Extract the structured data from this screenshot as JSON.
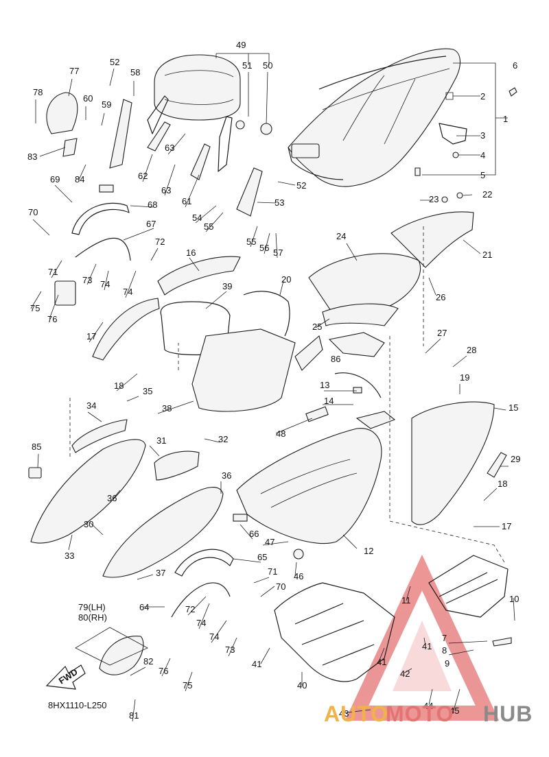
{
  "diagram": {
    "code": "8HX1110-L250",
    "fwd_label": "FWD",
    "callouts": [
      {
        "id": "c1",
        "text": "1"
      },
      {
        "id": "c2",
        "text": "2"
      },
      {
        "id": "c3",
        "text": "3"
      },
      {
        "id": "c4",
        "text": "4"
      },
      {
        "id": "c5",
        "text": "5"
      },
      {
        "id": "c6",
        "text": "6"
      },
      {
        "id": "c7",
        "text": "7"
      },
      {
        "id": "c8",
        "text": "8"
      },
      {
        "id": "c9",
        "text": "9"
      },
      {
        "id": "c10",
        "text": "10"
      },
      {
        "id": "c11",
        "text": "11"
      },
      {
        "id": "c12",
        "text": "12"
      },
      {
        "id": "c13",
        "text": "13"
      },
      {
        "id": "c14",
        "text": "14"
      },
      {
        "id": "c15",
        "text": "15"
      },
      {
        "id": "c16",
        "text": "16"
      },
      {
        "id": "c17a",
        "text": "17"
      },
      {
        "id": "c17b",
        "text": "17"
      },
      {
        "id": "c18a",
        "text": "18"
      },
      {
        "id": "c18b",
        "text": "18"
      },
      {
        "id": "c19",
        "text": "19"
      },
      {
        "id": "c20",
        "text": "20"
      },
      {
        "id": "c21",
        "text": "21"
      },
      {
        "id": "c22",
        "text": "22"
      },
      {
        "id": "c23",
        "text": "23"
      },
      {
        "id": "c24",
        "text": "24"
      },
      {
        "id": "c25",
        "text": "25"
      },
      {
        "id": "c26",
        "text": "26"
      },
      {
        "id": "c27",
        "text": "27"
      },
      {
        "id": "c28",
        "text": "28"
      },
      {
        "id": "c29",
        "text": "29"
      },
      {
        "id": "c30",
        "text": "30"
      },
      {
        "id": "c31",
        "text": "31"
      },
      {
        "id": "c32",
        "text": "32"
      },
      {
        "id": "c33",
        "text": "33"
      },
      {
        "id": "c34",
        "text": "34"
      },
      {
        "id": "c35",
        "text": "35"
      },
      {
        "id": "c36a",
        "text": "36"
      },
      {
        "id": "c36b",
        "text": "36"
      },
      {
        "id": "c37",
        "text": "37"
      },
      {
        "id": "c38",
        "text": "38"
      },
      {
        "id": "c39",
        "text": "39"
      },
      {
        "id": "c40",
        "text": "40"
      },
      {
        "id": "c41a",
        "text": "41"
      },
      {
        "id": "c41b",
        "text": "41"
      },
      {
        "id": "c41c",
        "text": "41"
      },
      {
        "id": "c42",
        "text": "42"
      },
      {
        "id": "c43",
        "text": "43"
      },
      {
        "id": "c44",
        "text": "44"
      },
      {
        "id": "c45",
        "text": "45"
      },
      {
        "id": "c46",
        "text": "46"
      },
      {
        "id": "c47",
        "text": "47"
      },
      {
        "id": "c48",
        "text": "48"
      },
      {
        "id": "c49",
        "text": "49"
      },
      {
        "id": "c50",
        "text": "50"
      },
      {
        "id": "c51",
        "text": "51"
      },
      {
        "id": "c52a",
        "text": "52"
      },
      {
        "id": "c52b",
        "text": "52"
      },
      {
        "id": "c53",
        "text": "53"
      },
      {
        "id": "c54",
        "text": "54"
      },
      {
        "id": "c55a",
        "text": "55"
      },
      {
        "id": "c55b",
        "text": "55"
      },
      {
        "id": "c56",
        "text": "56"
      },
      {
        "id": "c57",
        "text": "57"
      },
      {
        "id": "c58",
        "text": "58"
      },
      {
        "id": "c59",
        "text": "59"
      },
      {
        "id": "c60",
        "text": "60"
      },
      {
        "id": "c61",
        "text": "61"
      },
      {
        "id": "c62",
        "text": "62"
      },
      {
        "id": "c63a",
        "text": "63"
      },
      {
        "id": "c63b",
        "text": "63"
      },
      {
        "id": "c64",
        "text": "64"
      },
      {
        "id": "c65",
        "text": "65"
      },
      {
        "id": "c66",
        "text": "66"
      },
      {
        "id": "c67",
        "text": "67"
      },
      {
        "id": "c68",
        "text": "68"
      },
      {
        "id": "c69",
        "text": "69"
      },
      {
        "id": "c70a",
        "text": "70"
      },
      {
        "id": "c70b",
        "text": "70"
      },
      {
        "id": "c71a",
        "text": "71"
      },
      {
        "id": "c71b",
        "text": "71"
      },
      {
        "id": "c72a",
        "text": "72"
      },
      {
        "id": "c72b",
        "text": "72"
      },
      {
        "id": "c73a",
        "text": "73"
      },
      {
        "id": "c73b",
        "text": "73"
      },
      {
        "id": "c74a",
        "text": "74"
      },
      {
        "id": "c74b",
        "text": "74"
      },
      {
        "id": "c74c",
        "text": "74"
      },
      {
        "id": "c74d",
        "text": "74"
      },
      {
        "id": "c75a",
        "text": "75"
      },
      {
        "id": "c75b",
        "text": "75"
      },
      {
        "id": "c76a",
        "text": "76"
      },
      {
        "id": "c76b",
        "text": "76"
      },
      {
        "id": "c77",
        "text": "77"
      },
      {
        "id": "c78",
        "text": "78"
      },
      {
        "id": "c81",
        "text": "81"
      },
      {
        "id": "c82",
        "text": "82"
      },
      {
        "id": "c83",
        "text": "83"
      },
      {
        "id": "c84",
        "text": "84"
      },
      {
        "id": "c85",
        "text": "85"
      },
      {
        "id": "c86",
        "text": "86"
      },
      {
        "id": "c79",
        "text": "79(LH)"
      },
      {
        "id": "c80",
        "text": "80(RH)"
      }
    ]
  },
  "watermark": {
    "part1": "AUTO",
    "part2": "MOTO",
    "part3": "HUB",
    "color_orange": "#f2b24a",
    "color_red": "#e57373",
    "color_grey": "#8a8a8a"
  }
}
